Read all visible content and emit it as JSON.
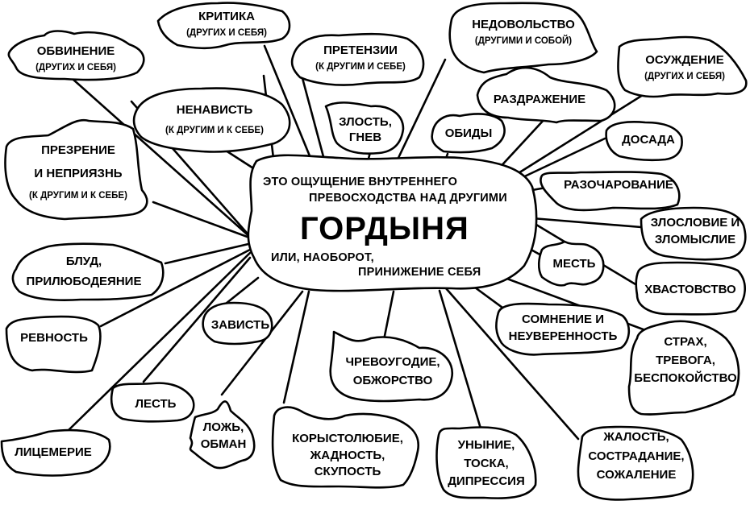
{
  "diagram": {
    "type": "mind-map",
    "center": {
      "line1": "ЭТО  ОЩУЩЕНИЕ  ВНУТРЕННЕГО",
      "line2": "ПРЕВОСХОДСТВА НАД ДРУГИМИ",
      "title": "ГОРДЫНЯ",
      "line3": "ИЛИ, НАОБОРОТ,",
      "line4": "ПРИНИЖЕНИЕ СЕБЯ"
    },
    "nodes": {
      "obvinenie": {
        "title": "ОБВИНЕНИЕ",
        "sub": "(ДРУГИХ И СЕБЯ)"
      },
      "kritika": {
        "title": "КРИТИКА",
        "sub": "(ДРУГИХ И СЕБЯ)"
      },
      "pretenzii": {
        "title": "ПРЕТЕНЗИИ",
        "sub": "(К ДРУГИМ И СЕБЕ)"
      },
      "nedovolstvo": {
        "title": "НЕДОВОЛЬСТВО",
        "sub": "(ДРУГИМИ И СОБОЙ)"
      },
      "osuzhdenie": {
        "title": "ОСУЖДЕНИЕ",
        "sub": "(ДРУГИХ И СЕБЯ)"
      },
      "nenavist": {
        "title": "НЕНАВИСТЬ",
        "sub": "(К ДРУГИМ И К СЕБЕ)"
      },
      "razdrazhenie": {
        "title": "РАЗДРАЖЕНИЕ"
      },
      "zlost": {
        "line1": "ЗЛОСТЬ,",
        "line2": "ГНЕВ"
      },
      "obidy": {
        "title": "ОБИДЫ"
      },
      "dosada": {
        "title": "ДОСАДА"
      },
      "prezrenie": {
        "line1": "ПРЕЗРЕНИЕ",
        "line2": "И НЕПРИЯЗНЬ",
        "sub": "(К ДРУГИМ И К СЕБЕ)"
      },
      "razocharovanie": {
        "title": "РАЗОЧАРОВАНИЕ"
      },
      "zloslovie": {
        "line1": "ЗЛОСЛОВИЕ И",
        "line2": "ЗЛОМЫСЛИЕ"
      },
      "blud": {
        "line1": "БЛУД,",
        "line2": "ПРИЛЮБОДЕЯНИЕ"
      },
      "mest": {
        "title": "МЕСТЬ"
      },
      "hvastovstvo": {
        "title": "ХВАСТОВСТВО"
      },
      "revnost": {
        "title": "РЕВНОСТЬ"
      },
      "zavist": {
        "title": "ЗАВИСТЬ"
      },
      "somnenie": {
        "line1": "СОМНЕНИЕ И",
        "line2": "НЕУВЕРЕННОСТЬ"
      },
      "strah": {
        "line1": "СТРАХ,",
        "line2": "ТРЕВОГА,",
        "line3": "БЕСПОКОЙСТВО"
      },
      "chrevougodie": {
        "line1": "ЧРЕВОУГОДИЕ,",
        "line2": "ОБЖОРСТВО"
      },
      "lest": {
        "title": "ЛЕСТЬ"
      },
      "lozh": {
        "line1": "ЛОЖЬ,",
        "line2": "ОБМАН"
      },
      "korystolyubie": {
        "line1": "КОРЫСТОЛЮБИЕ,",
        "line2": "ЖАДНОСТЬ,",
        "line3": "СКУПОСТЬ"
      },
      "unynie": {
        "line1": "УНЫНИЕ,",
        "line2": "ТОСКА,",
        "line3": "ДИПРЕССИЯ"
      },
      "zhalost": {
        "line1": "ЖАЛОСТЬ,",
        "line2": "СОСТРАДАНИЕ,",
        "line3": "СОЖАЛЕНИЕ"
      },
      "licemerie": {
        "title": "ЛИЦЕМЕРИЕ"
      }
    },
    "colors": {
      "stroke": "#000000",
      "fill": "#ffffff",
      "background": "#ffffff"
    }
  }
}
